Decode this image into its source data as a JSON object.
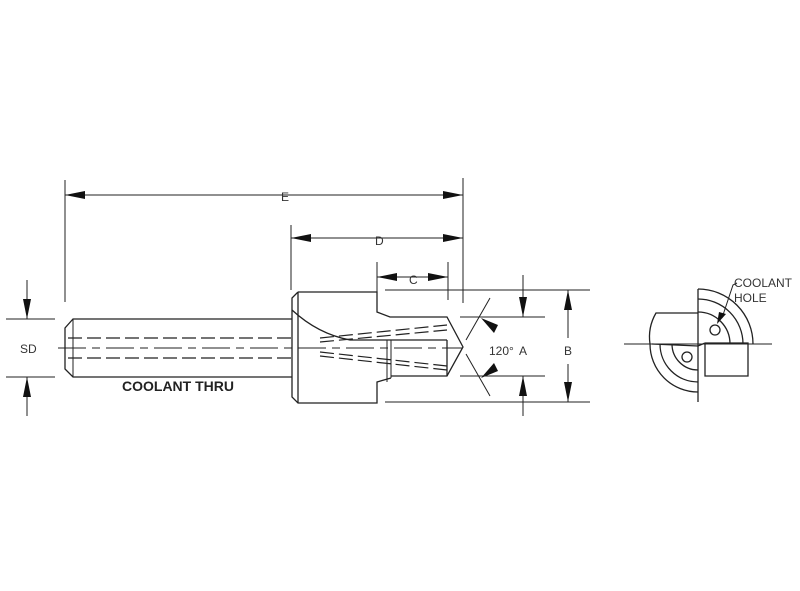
{
  "labels": {
    "E": "E",
    "D": "D",
    "C": "C",
    "A": "A",
    "B": "B",
    "SD": "SD",
    "angle": "120°",
    "coolant_thru": "COOLANT THRU",
    "coolant_hole_line1": "COOLANT",
    "coolant_hole_line2": "HOLE"
  }
}
